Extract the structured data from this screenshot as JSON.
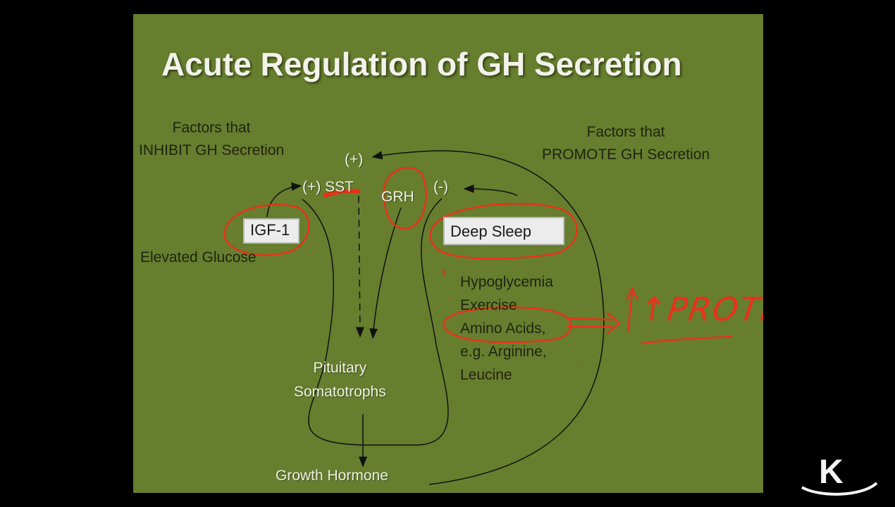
{
  "slide": {
    "title": "Acute Regulation of GH Secretion",
    "inhibit_heading": "Factors that\nINHIBIT GH Secretion",
    "promote_heading": "Factors that\nPROMOTE GH Secretion",
    "plus_top": "(+)",
    "sst_label": "(+) SST",
    "grh_label": "GRH",
    "minus_label": "(-)",
    "igf1_box": "IGF-1",
    "elevated_glucose": "Elevated Glucose",
    "deep_sleep_box": "Deep Sleep",
    "promote_list": [
      "Hypoglycemia",
      "Exercise",
      "Amino Acids,",
      "e.g. Arginine,",
      "Leucine"
    ],
    "pituitary_label": "Pituitary\nSomatotrophs",
    "growth_hormone": "Growth Hormone"
  },
  "annotation": {
    "handwritten": "↑PROTEIN",
    "ink_color": "#e8321a"
  },
  "logo": {
    "letter": "K"
  },
  "colors": {
    "slide_background": "#667e2e",
    "title_text": "#f2f2ea",
    "dark_text": "#1f2410",
    "box_fill": "#ececec"
  }
}
